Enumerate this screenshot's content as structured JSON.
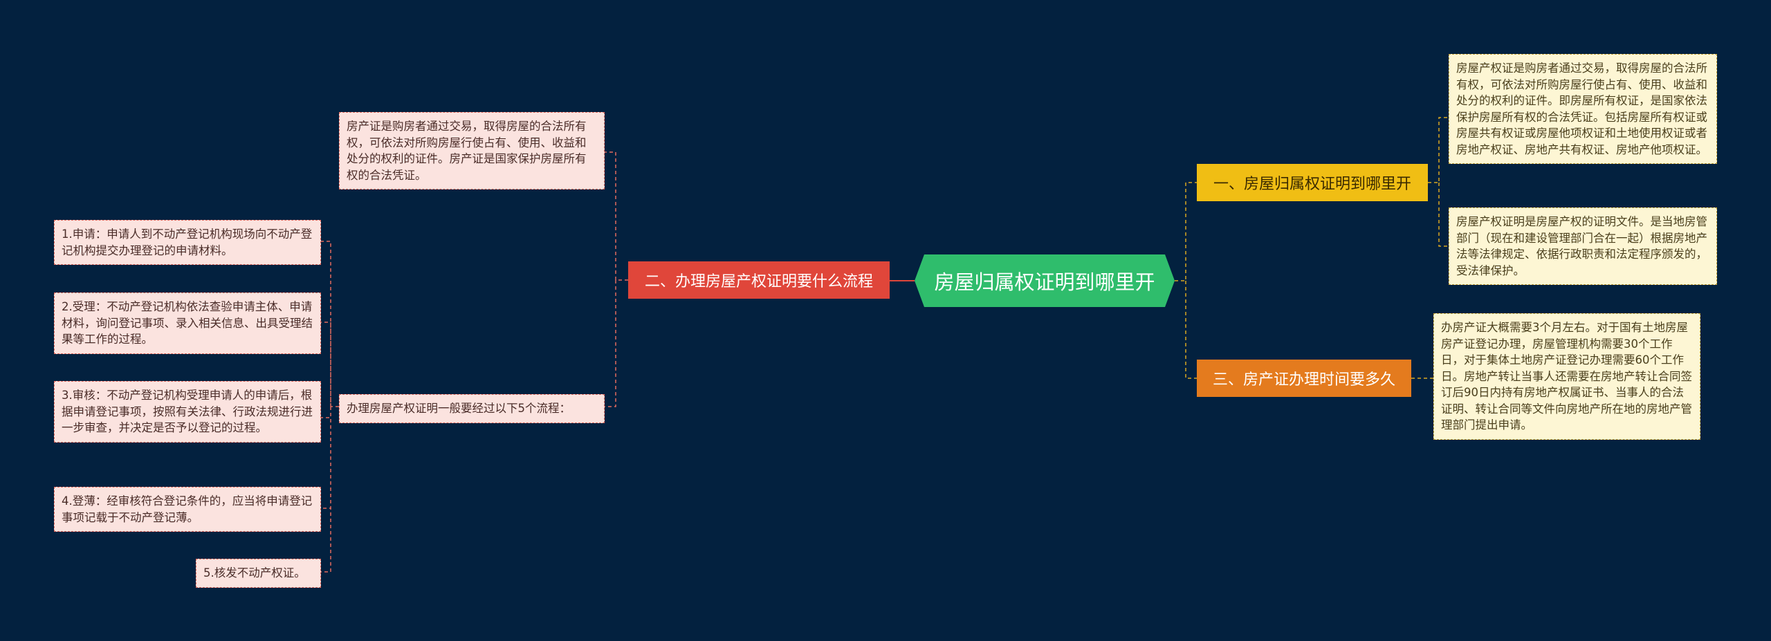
{
  "root": {
    "label": "房屋归属权证明到哪里开"
  },
  "left_branch": {
    "label": "二、办理房屋产权证明要什么流程",
    "intro": "房产证是购房者通过交易，取得房屋的合法所有权，可依法对所购房屋行使占有、使用、收益和处分的权利的证件。房产证是国家保护房屋所有权的合法凭证。",
    "process_title": "办理房屋产权证明一般要经过以下5个流程：",
    "steps": [
      "1.申请：申请人到不动产登记机构现场向不动产登记机构提交办理登记的申请材料。",
      "2.受理：不动产登记机构依法查验申请主体、申请材料，询问登记事项、录入相关信息、出具受理结果等工作的过程。",
      "3.审核：不动产登记机构受理申请人的申请后，根据申请登记事项，按照有关法律、行政法规进行进一步审查，并决定是否予以登记的过程。",
      "4.登薄：经审核符合登记条件的，应当将申请登记事项记载于不动产登记薄。",
      "5.核发不动产权证。"
    ]
  },
  "right_branch_1": {
    "label": "一、房屋归属权证明到哪里开",
    "notes": [
      "房屋产权证是购房者通过交易，取得房屋的合法所有权，可依法对所购房屋行使占有、使用、收益和处分的权利的证件。即房屋所有权证，是国家依法保护房屋所有权的合法凭证。包括房屋所有权证或房屋共有权证或房屋他项权证和土地使用权证或者房地产权证、房地产共有权证、房地产他项权证。",
      "房屋产权证明是房屋产权的证明文件。是当地房管部门（现在和建设管理部门合在一起）根据房地产法等法律规定、依据行政职责和法定程序颁发的，受法律保护。"
    ]
  },
  "right_branch_3": {
    "label": "三、房产证办理时间要多久",
    "note": "办房产证大概需要3个月左右。对于国有土地房屋房产证登记办理，房屋管理机构需要30个工作日，对于集体土地房产证登记办理需要60个工作日。房地产转让当事人还需要在房地产转让合同签订后90日内持有房地产权属证书、当事人的合法证明、转让合同等文件向房地产所在地的房地产管理部门提出申请。"
  },
  "colors": {
    "background": "#03213f",
    "root": "#2fbd6c",
    "left_branch": "#e0463a",
    "right_branch_1": "#f0be14",
    "right_branch_3": "#e47b1e",
    "pink_leaf": "#fbe3df",
    "cream_leaf": "#fdf6d4"
  }
}
